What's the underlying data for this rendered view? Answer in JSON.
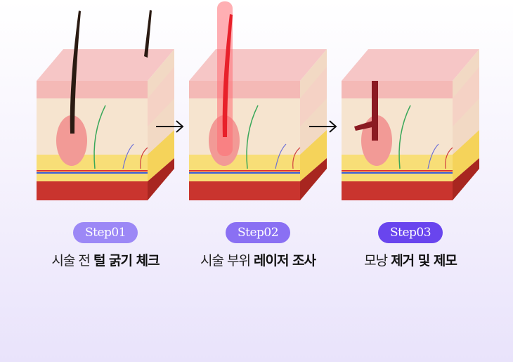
{
  "steps": [
    {
      "badge": "Step01",
      "caption_light": "시술 전",
      "caption_bold": "털 굵기 체크",
      "badge_color": "#9c88f6",
      "stage": "hair"
    },
    {
      "badge": "Step02",
      "caption_light": "시술 부위",
      "caption_bold": "레이저 조사",
      "badge_color": "#8a70f3",
      "stage": "laser"
    },
    {
      "badge": "Step03",
      "caption_light": "모낭",
      "caption_bold": "제거 및 제모",
      "badge_color": "#6945ee",
      "stage": "removed"
    }
  ],
  "colors": {
    "arrow": "#111111",
    "laser": "#e8202a"
  }
}
